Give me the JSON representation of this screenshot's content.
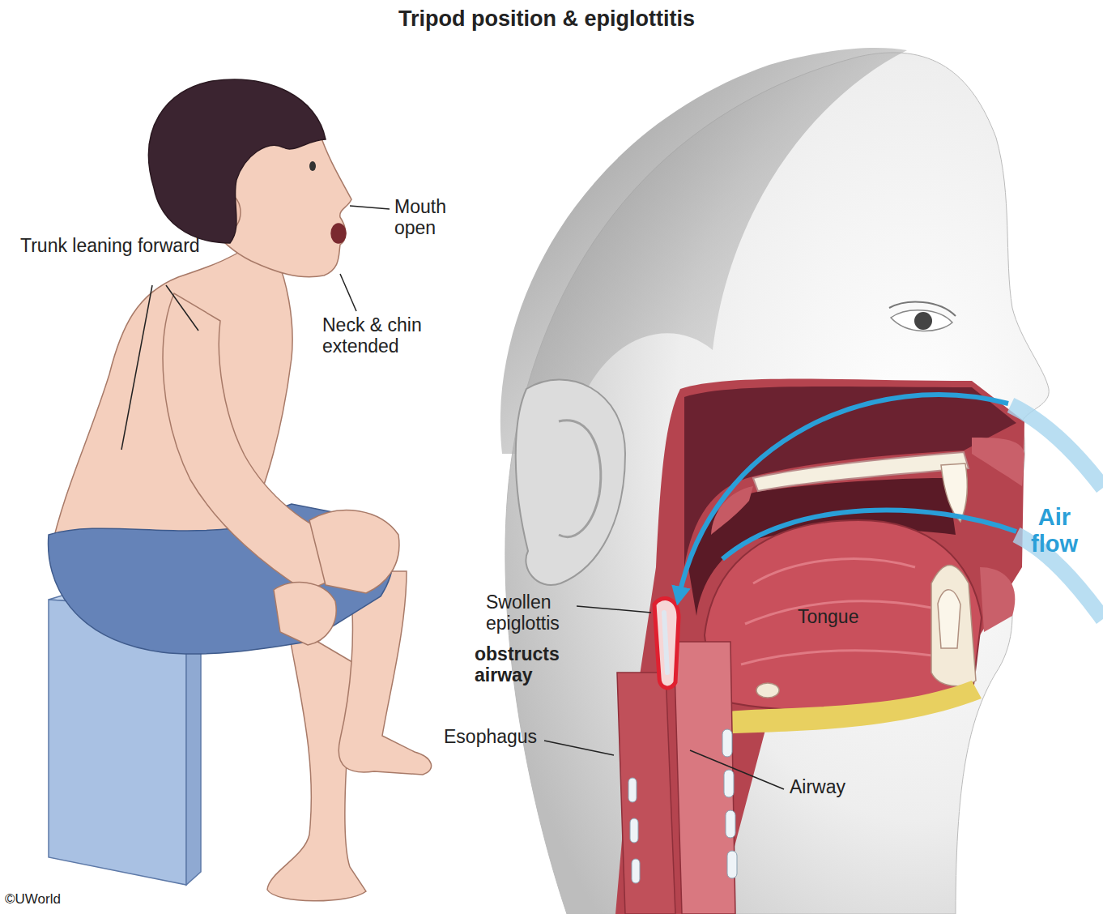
{
  "diagram": {
    "title": "Tripod position & epiglottitis",
    "labels": [
      "Trunk leaning forward",
      "Mouth open",
      "Neck & chin extended",
      "Air flow",
      "Swollen epiglottis",
      "obstructs airway",
      "Tongue",
      "Esophagus",
      "Airway",
      "©UWorld"
    ]
  }
}
